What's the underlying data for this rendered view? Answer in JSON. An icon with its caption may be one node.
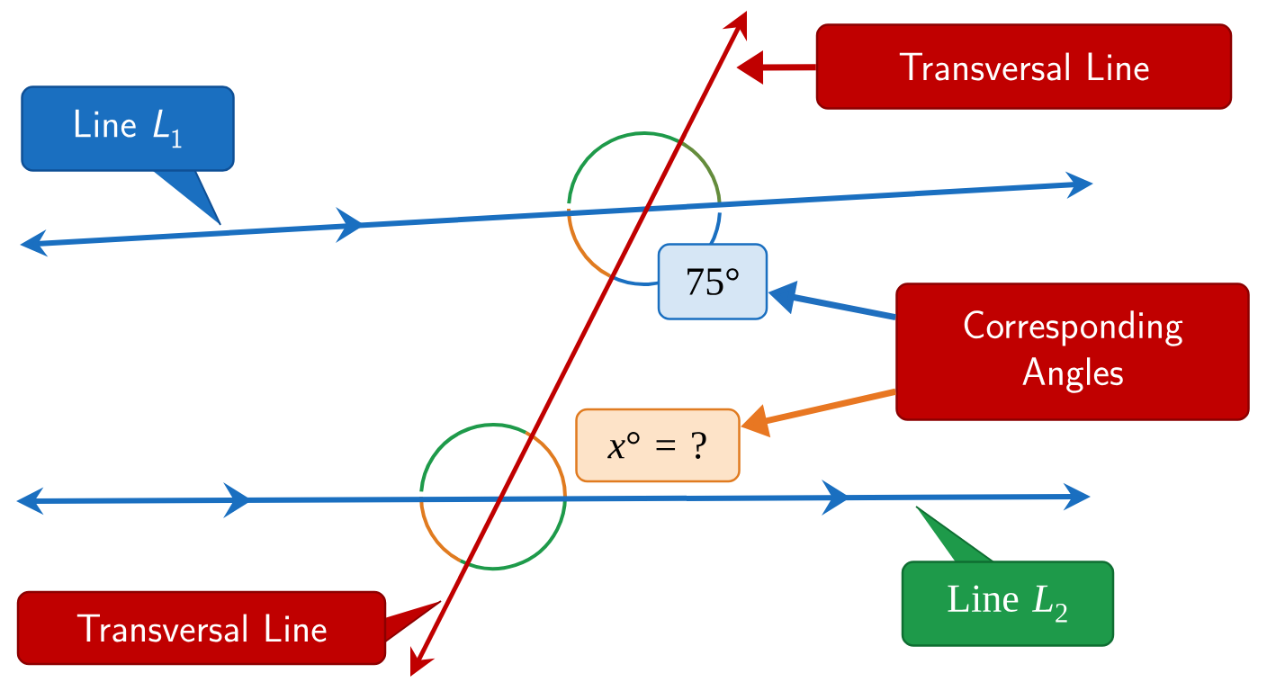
{
  "diagram": {
    "nodes": [
      {
        "text": [
          "Line *L*$_{1}$"
        ]
      },
      {
        "text": [
          "Transversal Line"
        ]
      },
      {
        "text": [
          "75°"
        ]
      },
      {
        "text": [
          "Corresponding Angles"
        ]
      },
      {
        "text": [
          "*x*° = ?"
        ]
      },
      {
        "text": [
          "Transversal Line"
        ]
      },
      {
        "text": [
          "Line *L*$_{2}$"
        ]
      }
    ],
    "edges": [
      {
        "from": 3,
        "to": 2,
        "arrow": "to",
        "color": "#1f6fbf"
      },
      {
        "from": 3,
        "to": 4,
        "arrow": "to",
        "color": "#e87722"
      },
      {
        "from": 1,
        "to": null,
        "arrow": "to",
        "color": "#c00000"
      }
    ]
  }
}
